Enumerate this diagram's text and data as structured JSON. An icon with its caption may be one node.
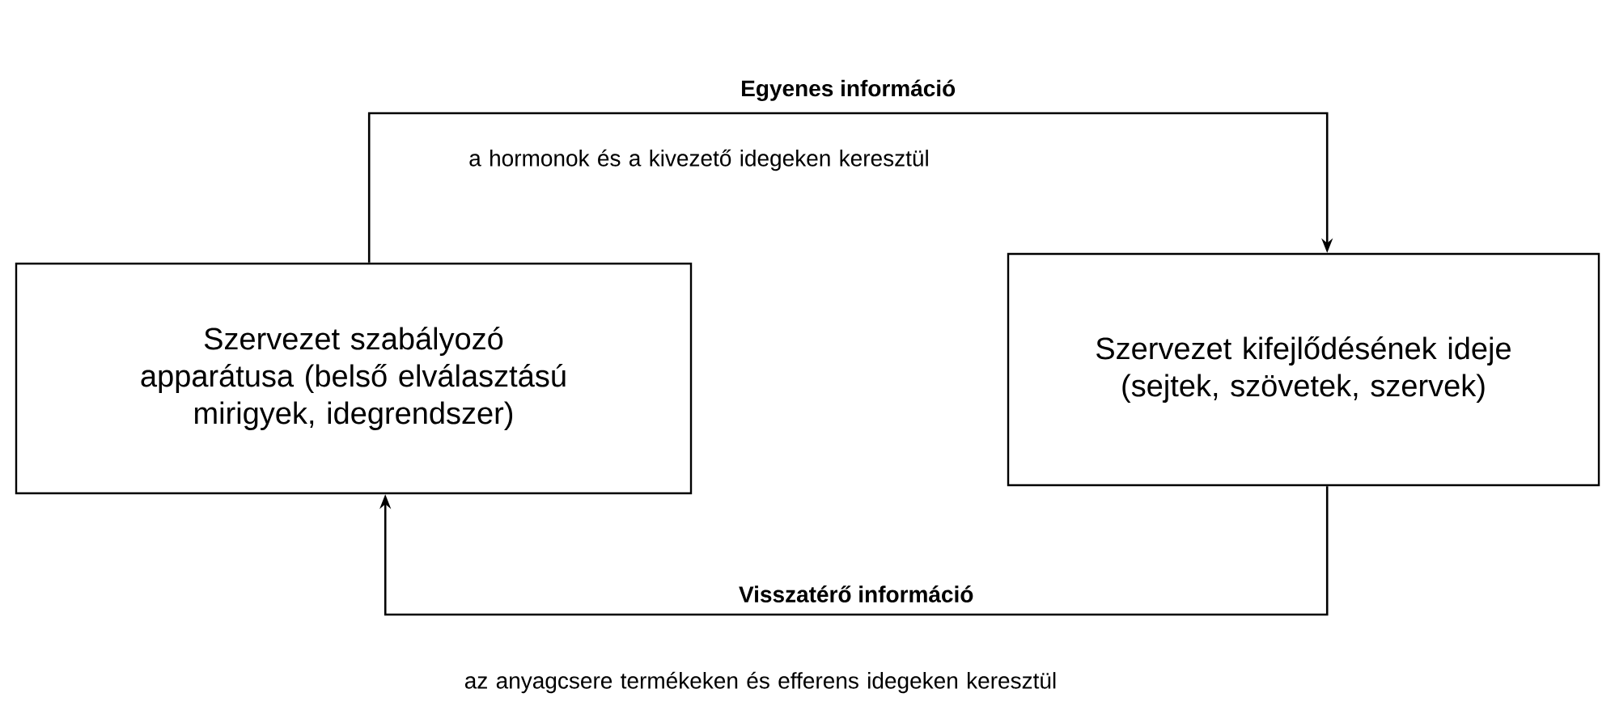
{
  "diagram": {
    "nodes": [
      {
        "text": [
          "Szervezet szabályozó apparátusa (belső elválasztású mirigyek, idegrendszer)"
        ]
      },
      {
        "text": [
          "Szervezet kifejlődésének ideje (sejtek, szövetek, szervek)"
        ]
      }
    ],
    "edges": [
      {
        "from": 0,
        "to": 1,
        "arrow": "to",
        "label": "Egyenes információ"
      },
      {
        "from": 1,
        "to": 0,
        "arrow": "to",
        "label": "Visszatérő információ"
      }
    ],
    "labels": [
      "a hormonok és a kivezető idegeken keresztül",
      "az anyagcsere termékeken és efferens idegeken keresztül"
    ]
  }
}
